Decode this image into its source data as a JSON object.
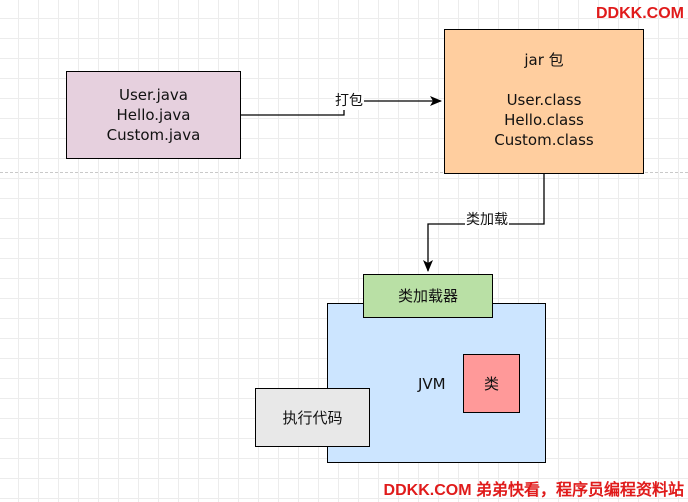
{
  "watermark_top": "DDKK.COM",
  "watermark_bottom": "DDKK.COM 弟弟快看，程序员编程资料站",
  "source_files": {
    "lines": [
      "User.java",
      "Hello.java",
      "Custom.java"
    ]
  },
  "jar": {
    "title": "jar 包",
    "lines": [
      "User.class",
      "Hello.class",
      "Custom.class"
    ]
  },
  "edges": {
    "pack_label": "打包",
    "load_label": "类加载"
  },
  "jvm": {
    "label": "JVM",
    "classloader": "类加载器",
    "class": "类"
  },
  "exec": {
    "label": "执行代码"
  },
  "colors": {
    "source_fill": "#e6d0de",
    "jar_fill": "#ffce9f",
    "jvm_fill": "#cce5ff",
    "classloader_fill": "#b9e0a5",
    "class_fill": "#ff9999",
    "exec_fill": "#e8e8e8",
    "brand": "#e01b1b"
  }
}
